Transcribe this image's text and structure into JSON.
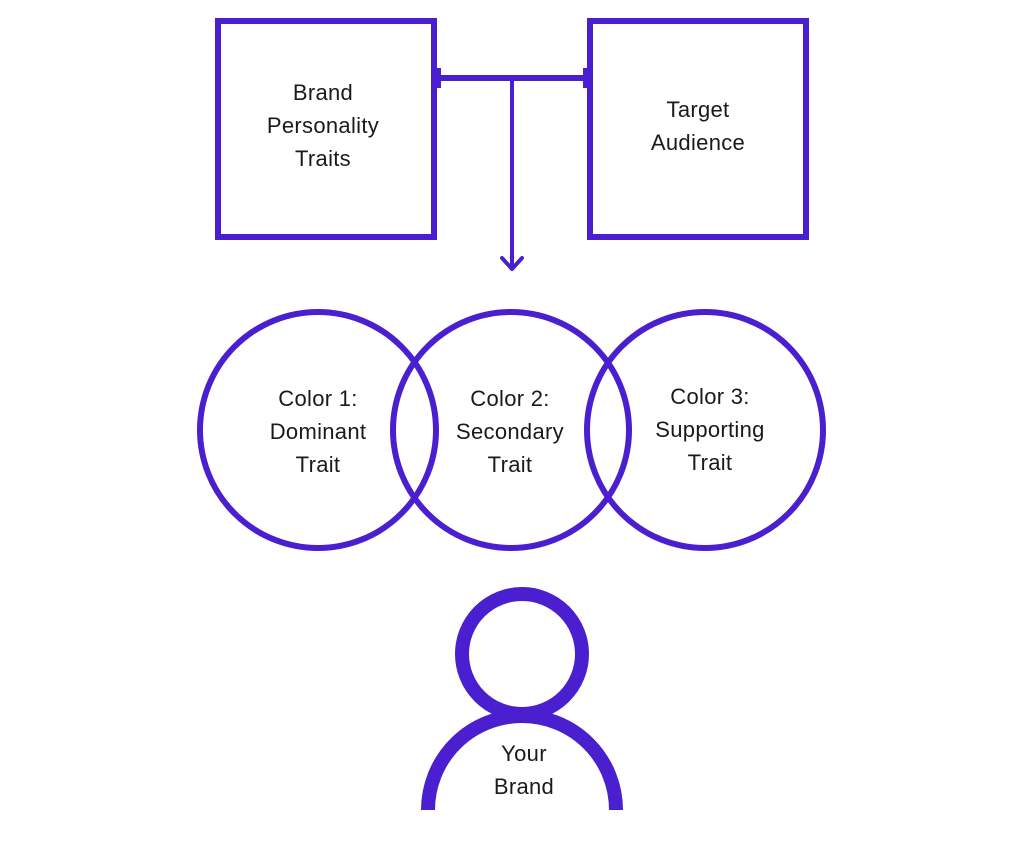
{
  "colors": {
    "accent": "#4a1fcf",
    "text": "#1a1a1a",
    "background": "#ffffff"
  },
  "boxes": {
    "brand_personality": {
      "lines": [
        "Brand",
        "Personality",
        "Traits"
      ]
    },
    "target_audience": {
      "lines": [
        "Target",
        "Audience"
      ]
    }
  },
  "circles": [
    {
      "lines": [
        "Color 1:",
        "Dominant",
        "Trait"
      ]
    },
    {
      "lines": [
        "Color 2:",
        "Secondary",
        "Trait"
      ]
    },
    {
      "lines": [
        "Color 3:",
        "Supporting",
        "Trait"
      ]
    }
  ],
  "person": {
    "icon": "person-icon",
    "lines": [
      "Your",
      "Brand"
    ]
  }
}
